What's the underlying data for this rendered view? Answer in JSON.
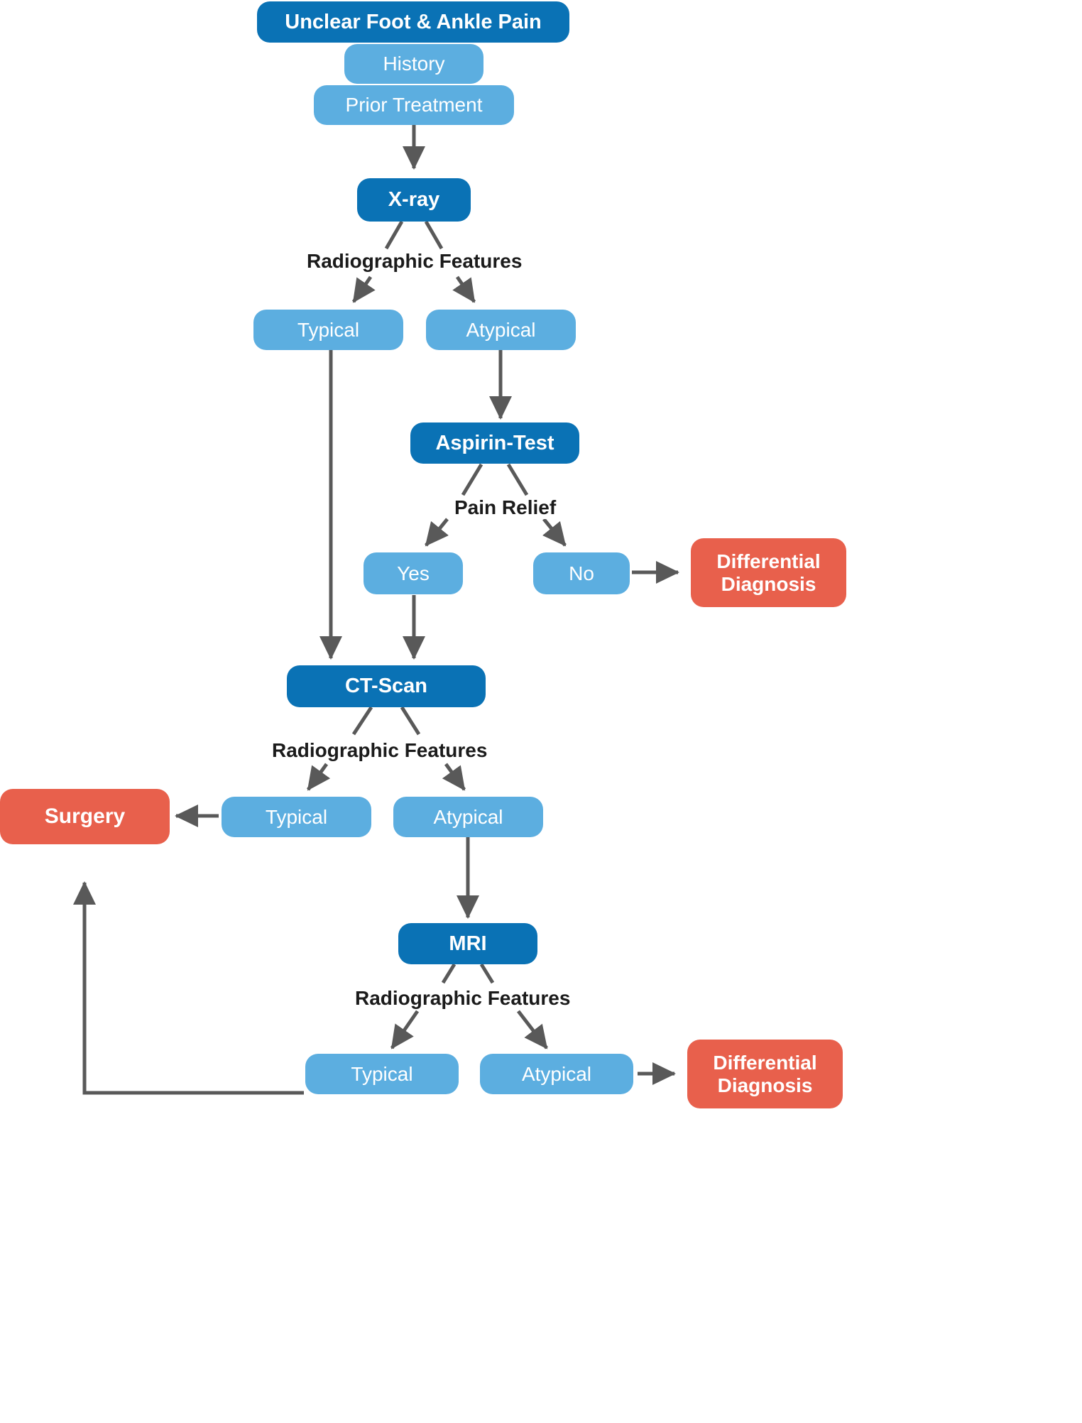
{
  "diagram": {
    "title": "Unclear Foot & Ankle Pain diagnostic algorithm",
    "colors": {
      "primary_dark_blue": "#0a72b5",
      "light_blue": "#5caee0",
      "red": "#e8604c",
      "arrow_gray": "#595959",
      "label_text": "#1b1b1b",
      "background": "#ffffff"
    },
    "nodes": {
      "root": "Unclear Foot & Ankle Pain",
      "history": "History",
      "prior_treatment": "Prior Treatment",
      "xray": "X-ray",
      "xray_typical": "Typical",
      "xray_atypical": "Atypical",
      "aspirin_test": "Aspirin-Test",
      "pain_yes": "Yes",
      "pain_no": "No",
      "differential_diagnosis_1": "Differential\nDiagnosis",
      "differential_diagnosis_1_line1": "Differential",
      "differential_diagnosis_1_line2": "Diagnosis",
      "ct_scan": "CT-Scan",
      "ct_typical": "Typical",
      "ct_atypical": "Atypical",
      "surgery": "Surgery",
      "mri": "MRI",
      "mri_typical": "Typical",
      "mri_atypical": "Atypical",
      "differential_diagnosis_2_line1": "Differential",
      "differential_diagnosis_2_line2": "Diagnosis"
    },
    "edge_labels": {
      "radiographic_features_xray": "Radiographic Features",
      "pain_relief": "Pain Relief",
      "radiographic_features_ct": "Radiographic Features",
      "radiographic_features_mri": "Radiographic Features"
    }
  }
}
